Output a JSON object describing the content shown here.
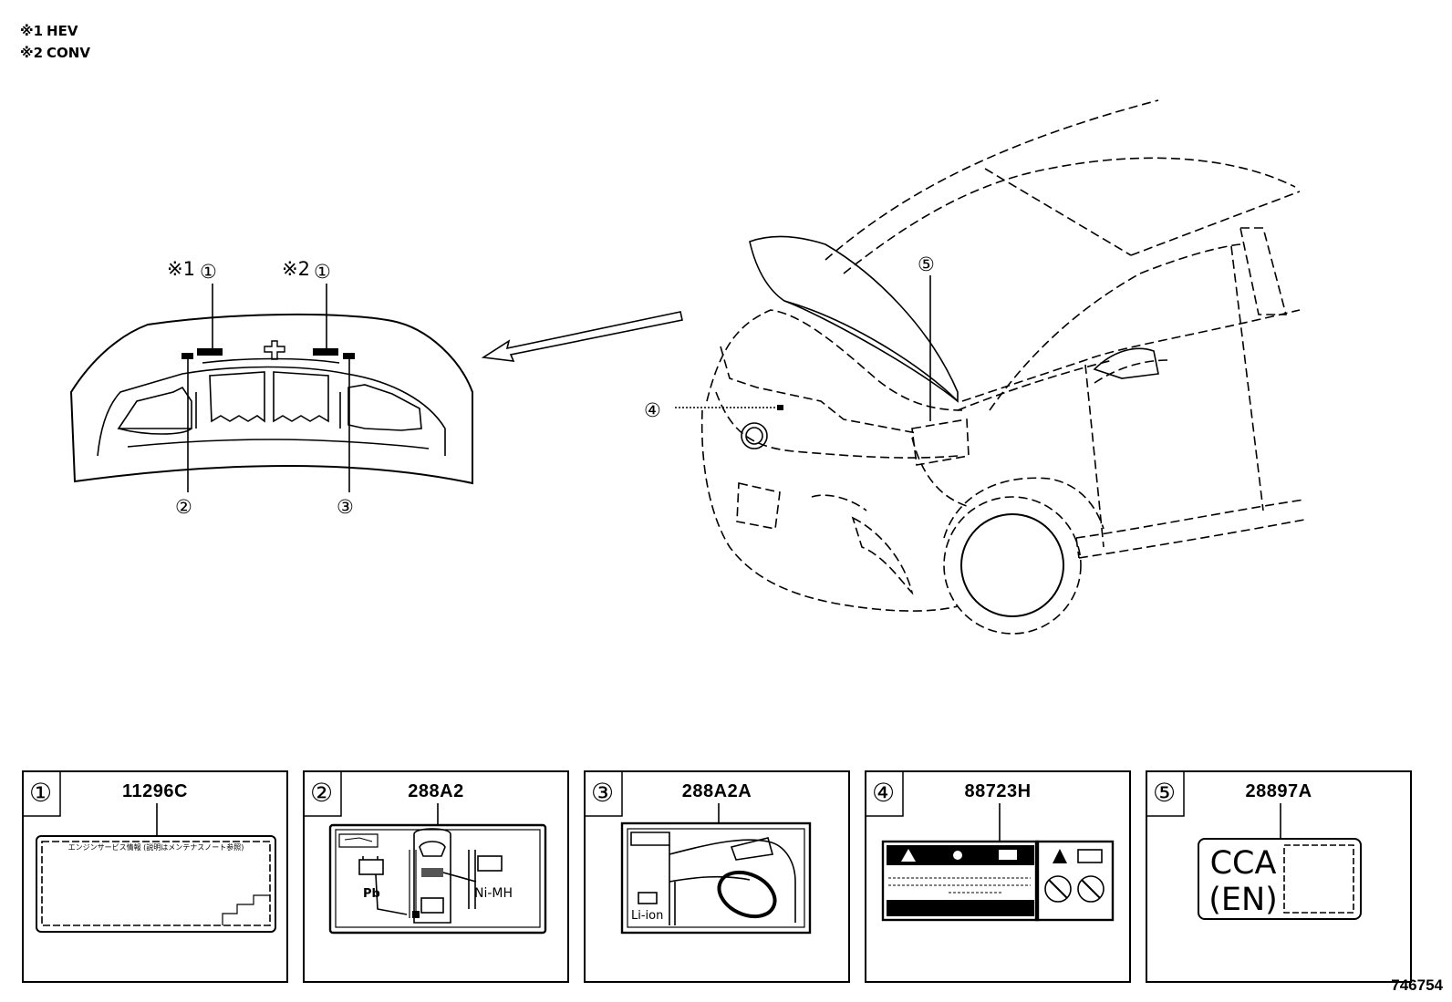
{
  "legend": [
    {
      "mark": "※1",
      "text": "HEV"
    },
    {
      "mark": "※2",
      "text": "CONV"
    }
  ],
  "callouts": {
    "hood_1_hev": {
      "mark": "※1",
      "num": "①"
    },
    "hood_1_conv": {
      "mark": "※2",
      "num": "①"
    },
    "hood_2": "②",
    "hood_3": "③",
    "car_4": "④",
    "car_5": "⑤"
  },
  "panels": [
    {
      "num": "①",
      "code": "11296C",
      "label_text": "エンジンサービス情報 (説明はメンテナスノート参照)"
    },
    {
      "num": "②",
      "code": "288A2",
      "pb": "Pb",
      "nimh": "Ni-MH"
    },
    {
      "num": "③",
      "code": "288A2A",
      "liion": "Li-ion"
    },
    {
      "num": "④",
      "code": "88723H"
    },
    {
      "num": "⑤",
      "code": "28897A",
      "line1": "CCA",
      "line2": "(EN)"
    }
  ],
  "reference": "746754"
}
